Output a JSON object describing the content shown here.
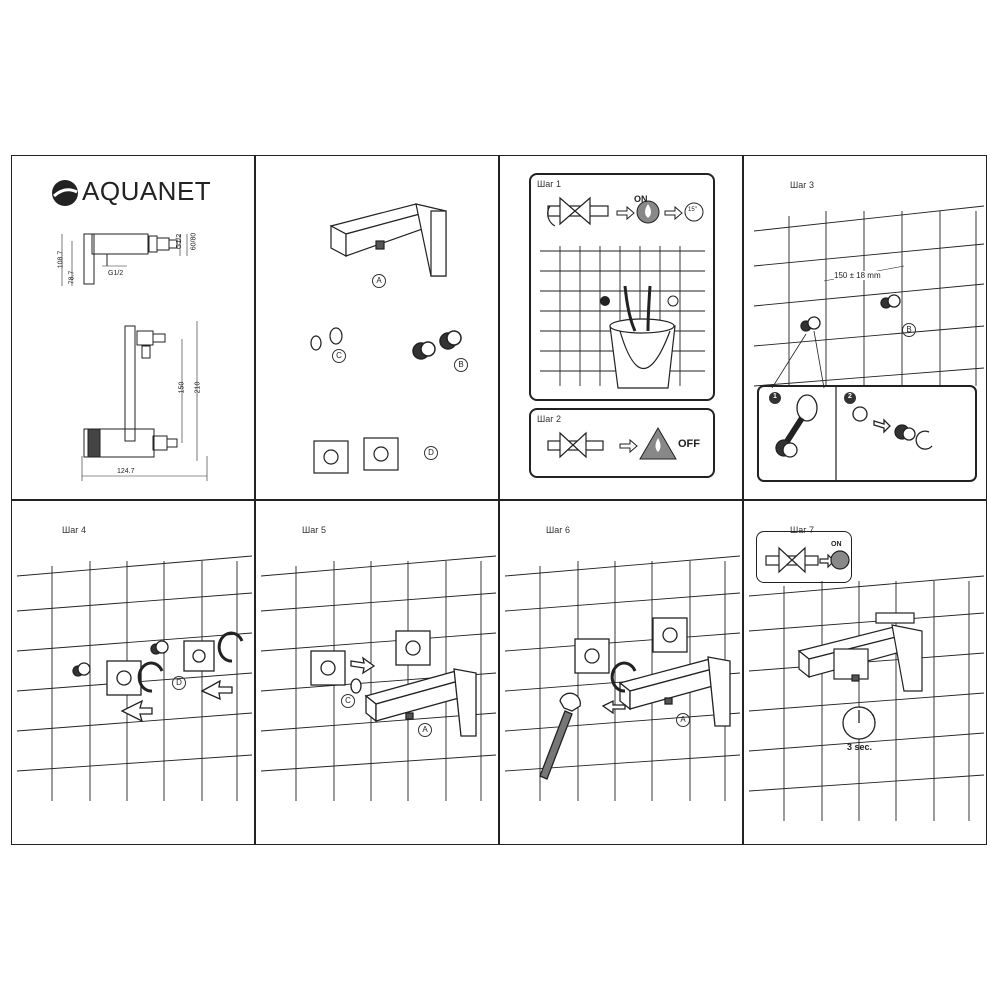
{
  "brand": {
    "name": "AQUANET"
  },
  "dimensions": {
    "d1": "108.7",
    "d2": "78.7",
    "d3": "G1/2",
    "d4": "G1/2",
    "d5": "60/80",
    "d6": "150",
    "d7": "210",
    "d8": "124.7"
  },
  "parts": {
    "a": "A",
    "b": "B",
    "c": "C",
    "d": "D"
  },
  "steps": {
    "s1": "Шаг 1",
    "s2": "Шаг 2",
    "s3": "Шаг 3",
    "s4": "Шаг 4",
    "s5": "Шаг 5",
    "s6": "Шаг 6",
    "s7": "Шаг 7"
  },
  "labels": {
    "on": "ON",
    "off": "OFF",
    "timer": "15\"",
    "distance": "150 ± 18 mm",
    "n1": "1",
    "n2": "2",
    "seconds": "3 sec."
  }
}
